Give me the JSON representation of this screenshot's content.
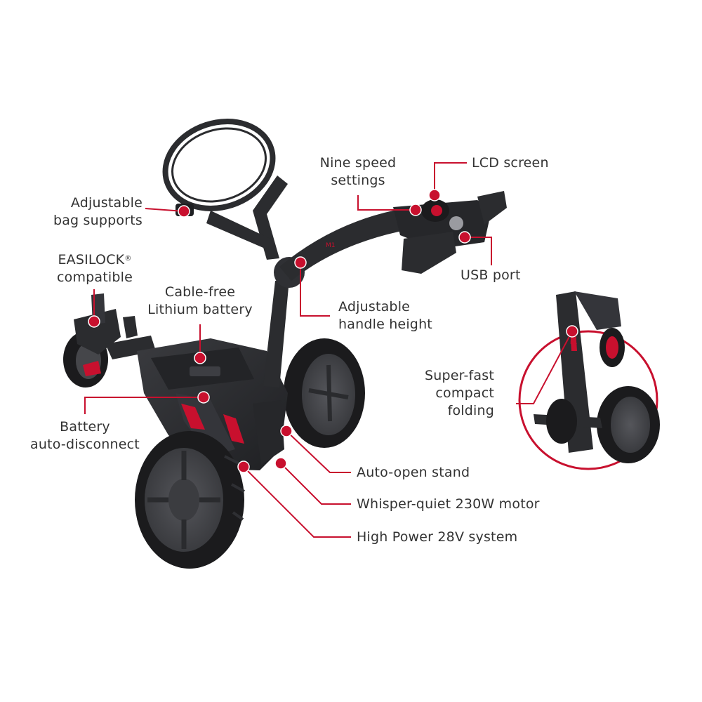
{
  "colors": {
    "accent": "#c8102e",
    "trolley_body": "#2b2c2f",
    "tyre": "#1b1b1d",
    "rim": "#4a4b4f",
    "text": "#333333"
  },
  "callouts": {
    "bag_supports": [
      "Adjustable",
      "bag supports"
    ],
    "easilock": [
      "EASILOCK",
      "compatible"
    ],
    "easilock_mark": "®",
    "battery": [
      "Cable-free",
      "Lithium battery"
    ],
    "speed": [
      "Nine speed",
      "settings"
    ],
    "lcd": "LCD screen",
    "usb": "USB port",
    "handle_height": [
      "Adjustable",
      "handle height"
    ],
    "folding": [
      "Super-fast",
      "compact",
      "folding"
    ],
    "auto_disconnect": [
      "Battery",
      "auto-disconnect"
    ],
    "stand": "Auto-open stand",
    "motor": "Whisper-quiet 230W motor",
    "power": "High Power 28V system"
  },
  "product": {
    "frame_marks": [
      "M1",
      "M1"
    ]
  }
}
